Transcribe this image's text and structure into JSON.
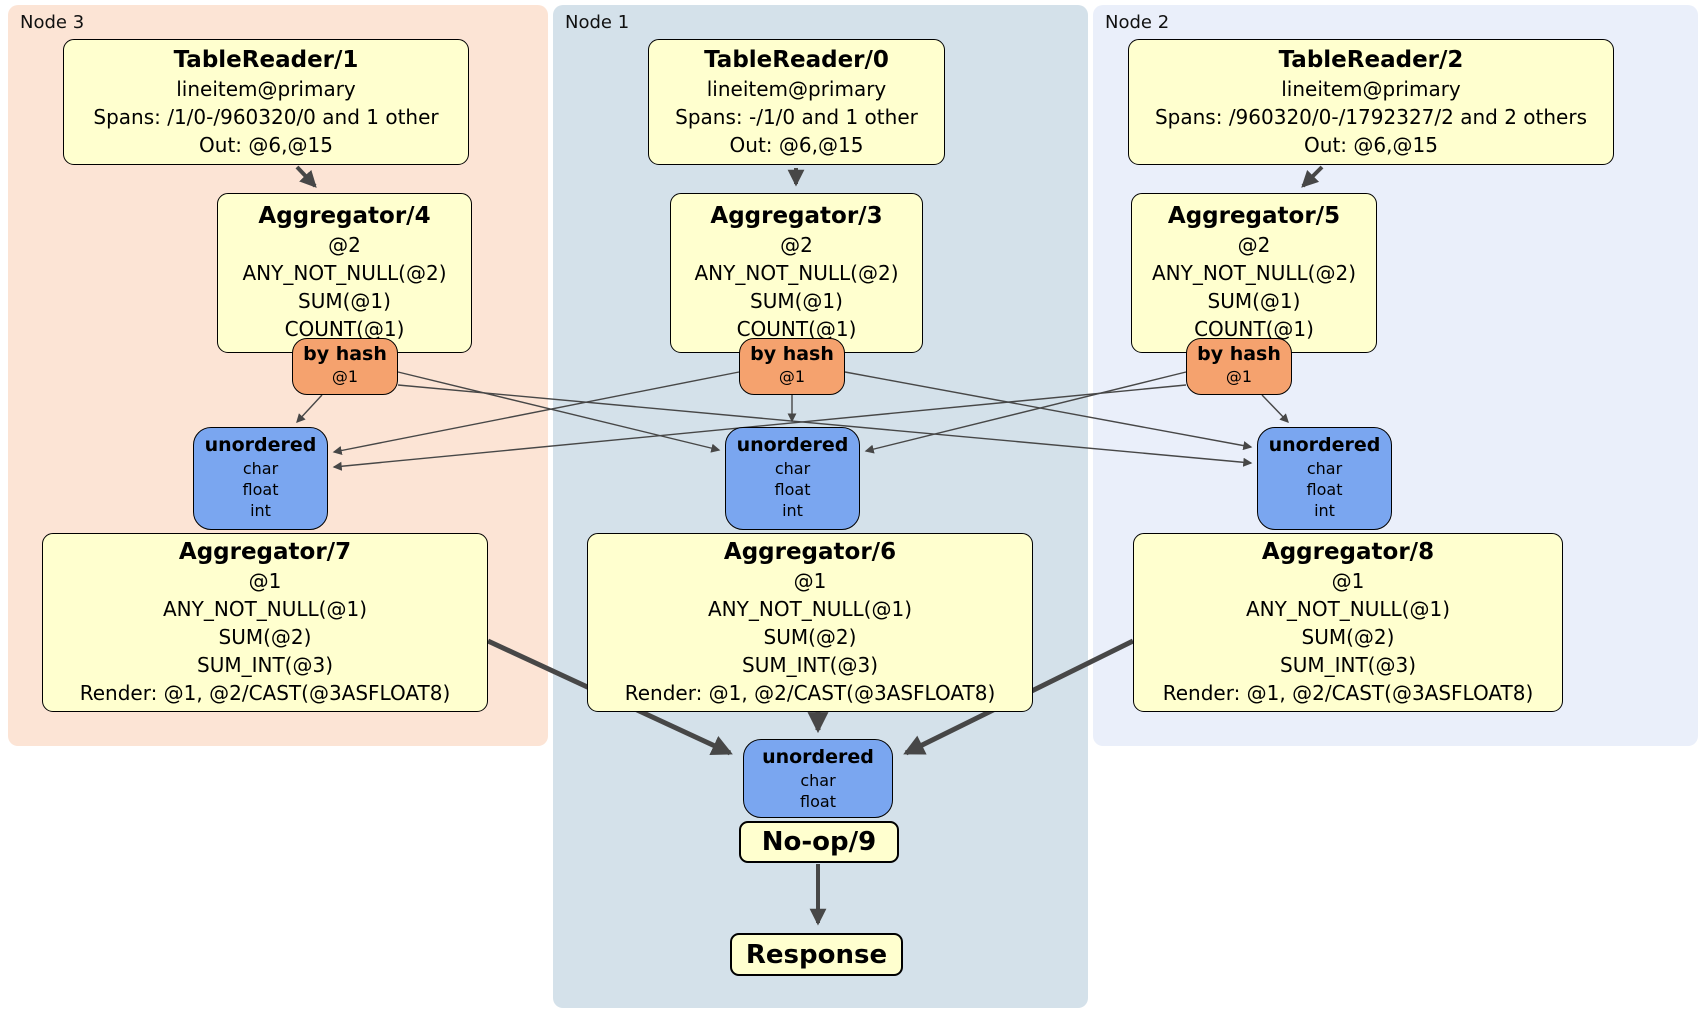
{
  "diagram": {
    "groups": [
      {
        "label": "Node 3",
        "table_reader": {
          "title": "TableReader/1",
          "lines": [
            "lineitem@primary",
            "Spans: /1/0-/960320/0 and 1 other",
            "Out: @6,@15"
          ]
        },
        "aggregator_top": {
          "title": "Aggregator/4",
          "lines": [
            "@2",
            "ANY_NOT_NULL(@2)",
            "SUM(@1)",
            "COUNT(@1)"
          ]
        },
        "router": {
          "title": "by hash",
          "lines": [
            "@1"
          ]
        },
        "sync": {
          "title": "unordered",
          "lines": [
            "char",
            "float",
            "int"
          ]
        },
        "aggregator_bottom": {
          "title": "Aggregator/7",
          "lines": [
            "@1",
            "ANY_NOT_NULL(@1)",
            "SUM(@2)",
            "SUM_INT(@3)",
            "Render: @1, @2/CAST(@3ASFLOAT8)"
          ]
        }
      },
      {
        "label": "Node 1",
        "table_reader": {
          "title": "TableReader/0",
          "lines": [
            "lineitem@primary",
            "Spans: -/1/0 and 1 other",
            "Out: @6,@15"
          ]
        },
        "aggregator_top": {
          "title": "Aggregator/3",
          "lines": [
            "@2",
            "ANY_NOT_NULL(@2)",
            "SUM(@1)",
            "COUNT(@1)"
          ]
        },
        "router": {
          "title": "by hash",
          "lines": [
            "@1"
          ]
        },
        "sync": {
          "title": "unordered",
          "lines": [
            "char",
            "float",
            "int"
          ]
        },
        "aggregator_bottom": {
          "title": "Aggregator/6",
          "lines": [
            "@1",
            "ANY_NOT_NULL(@1)",
            "SUM(@2)",
            "SUM_INT(@3)",
            "Render: @1, @2/CAST(@3ASFLOAT8)"
          ]
        }
      },
      {
        "label": "Node 2",
        "table_reader": {
          "title": "TableReader/2",
          "lines": [
            "lineitem@primary",
            "Spans: /960320/0-/1792327/2 and 2 others",
            "Out: @6,@15"
          ]
        },
        "aggregator_top": {
          "title": "Aggregator/5",
          "lines": [
            "@2",
            "ANY_NOT_NULL(@2)",
            "SUM(@1)",
            "COUNT(@1)"
          ]
        },
        "router": {
          "title": "by hash",
          "lines": [
            "@1"
          ]
        },
        "sync": {
          "title": "unordered",
          "lines": [
            "char",
            "float",
            "int"
          ]
        },
        "aggregator_bottom": {
          "title": "Aggregator/8",
          "lines": [
            "@1",
            "ANY_NOT_NULL(@1)",
            "SUM(@2)",
            "SUM_INT(@3)",
            "Render: @1, @2/CAST(@3ASFLOAT8)"
          ]
        }
      }
    ],
    "final": {
      "sync": {
        "title": "unordered",
        "lines": [
          "char",
          "float"
        ]
      },
      "noop_label": "No-op/9",
      "response_label": "Response"
    }
  },
  "colors": {
    "processor_fill": "#ffffcf",
    "router_fill": "#f5a26e",
    "sync_fill": "#7aa6f0",
    "node3_bg": "#fce4d5",
    "node1_bg": "#d4e1ea",
    "node2_bg": "#eaeffa",
    "edge": "#474747"
  }
}
